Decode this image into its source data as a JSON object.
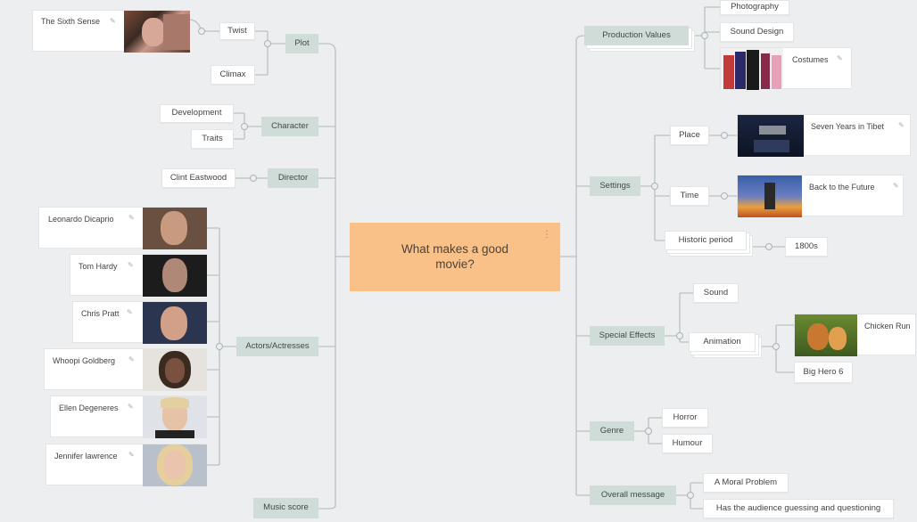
{
  "central_topic": "What makes a good movie?",
  "left_branches": {
    "plot": {
      "label": "Plot",
      "children": [
        "Twist",
        "Climax"
      ],
      "example": "The Sixth Sense"
    },
    "character": {
      "label": "Character",
      "children": [
        "Development",
        "Traits"
      ]
    },
    "director": {
      "label": "Director",
      "children": [
        "Clint Eastwood"
      ]
    },
    "actors": {
      "label": "Actors/Actresses",
      "people": [
        "Leonardo Dicaprio",
        "Tom Hardy",
        "Chris Pratt",
        "Whoopi Goldberg",
        "Ellen Degeneres",
        "Jennifer lawrence"
      ]
    },
    "music": {
      "label": "Music score"
    }
  },
  "right_branches": {
    "production": {
      "label": "Production Values",
      "children": [
        "Photography",
        "Sound Design",
        "Costumes"
      ]
    },
    "settings": {
      "label": "Settings",
      "place": "Place",
      "place_example": "Seven Years in Tibet",
      "time": "Time",
      "time_example": "Back to the Future",
      "historic": "Historic period",
      "historic_example": "1800s"
    },
    "effects": {
      "label": "Special Effects",
      "sound": "Sound",
      "animation": "Animation",
      "animation_examples": [
        "Chicken Run",
        "Big Hero 6"
      ]
    },
    "genre": {
      "label": "Genre",
      "children": [
        "Horror",
        "Humour"
      ]
    },
    "message": {
      "label": "Overall message",
      "children": [
        "A Moral Problem",
        "Has the audience guessing and questioning"
      ]
    }
  },
  "colors": {
    "background": "#eceef0",
    "central": "#f9c188",
    "branch": "#cfdcd8",
    "leaf": "#ffffff",
    "connector": "#b9c3c0"
  },
  "icons": {
    "edit": "pencil-icon",
    "more": "kebab-menu-icon"
  }
}
